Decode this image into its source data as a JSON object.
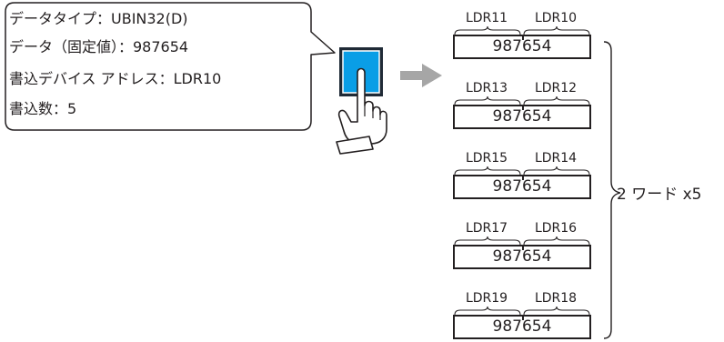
{
  "callout": {
    "lines": [
      "データタイプ：UBIN32(D)",
      "データ（固定値）：987654",
      "書込デバイス アドレス：LDR10",
      "書込数：5"
    ]
  },
  "words": [
    {
      "high": "LDR11",
      "low": "LDR10",
      "value": "987654"
    },
    {
      "high": "LDR13",
      "low": "LDR12",
      "value": "987654"
    },
    {
      "high": "LDR15",
      "low": "LDR14",
      "value": "987654"
    },
    {
      "high": "LDR17",
      "low": "LDR16",
      "value": "987654"
    },
    {
      "high": "LDR19",
      "low": "LDR18",
      "value": "987654"
    }
  ],
  "group_label": "2 ワード x5",
  "colors": {
    "stroke": "#231f20",
    "button_fill": "#0a9ee6",
    "button_frame": "#1f2a36",
    "arrow": "#a6a6a6"
  },
  "icons": [
    "hand-press-icon",
    "right-arrow-icon"
  ]
}
